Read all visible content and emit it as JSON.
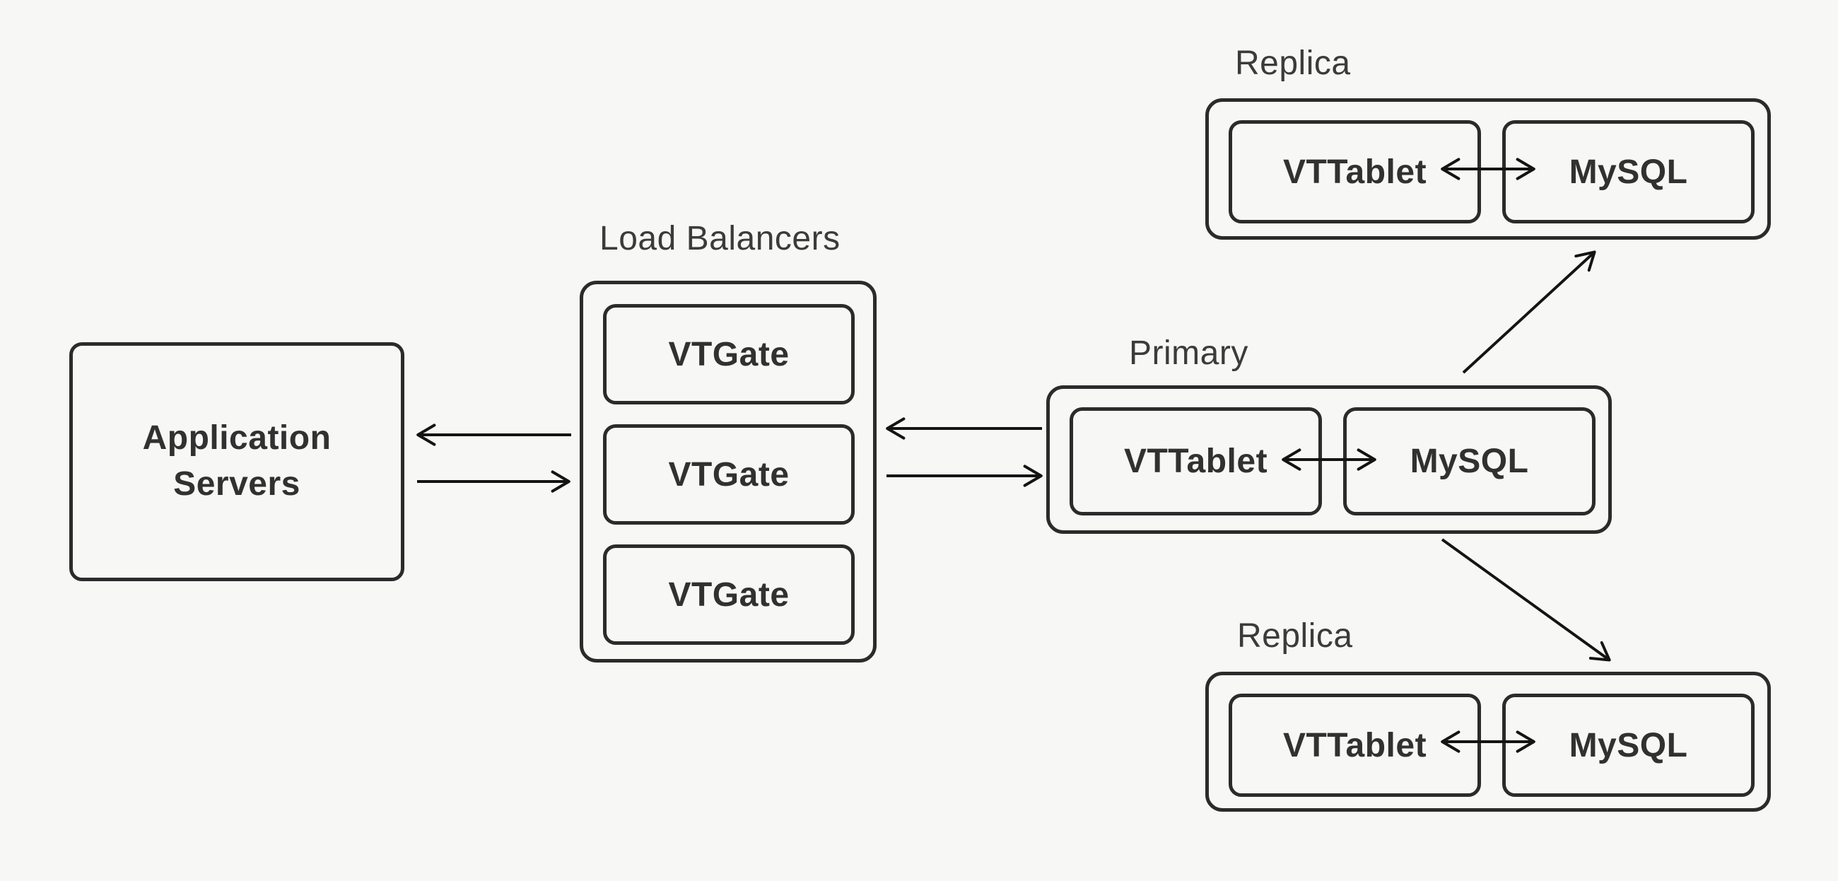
{
  "diagram": {
    "title": "Vitess topology diagram",
    "background_color": "#f7f7f6",
    "outline_color": "#2b2b2b",
    "arrow_color": "#141414",
    "node_text_color": "#313131",
    "group_label_color": "#3b3b3b"
  },
  "nodes": {
    "application_servers": {
      "label": "Application Servers"
    },
    "load_balancers": {
      "group_label": "Load Balancers",
      "items": [
        {
          "label": "VTGate"
        },
        {
          "label": "VTGate"
        },
        {
          "label": "VTGate"
        }
      ]
    },
    "primary": {
      "group_label": "Primary",
      "tablet_label": "VTTablet",
      "mysql_label": "MySQL"
    },
    "replica_top": {
      "group_label": "Replica",
      "tablet_label": "VTTablet",
      "mysql_label": "MySQL"
    },
    "replica_bottom": {
      "group_label": "Replica",
      "tablet_label": "VTTablet",
      "mysql_label": "MySQL"
    }
  },
  "edges": [
    {
      "from": "load-balancers",
      "to": "application-servers",
      "style": "single-arrow"
    },
    {
      "from": "application-servers",
      "to": "load-balancers",
      "style": "single-arrow"
    },
    {
      "from": "primary",
      "to": "load-balancers",
      "style": "single-arrow"
    },
    {
      "from": "load-balancers",
      "to": "primary",
      "style": "single-arrow"
    },
    {
      "from": "primary-mysql",
      "to": "replica-top",
      "style": "single-arrow"
    },
    {
      "from": "primary-mysql",
      "to": "replica-bottom",
      "style": "single-arrow"
    },
    {
      "from": "primary-vttablet",
      "to": "primary-mysql",
      "style": "double-arrow"
    },
    {
      "from": "replica-top-vttablet",
      "to": "replica-top-mysql",
      "style": "double-arrow"
    },
    {
      "from": "replica-bottom-vttablet",
      "to": "replica-bottom-mysql",
      "style": "double-arrow"
    }
  ]
}
